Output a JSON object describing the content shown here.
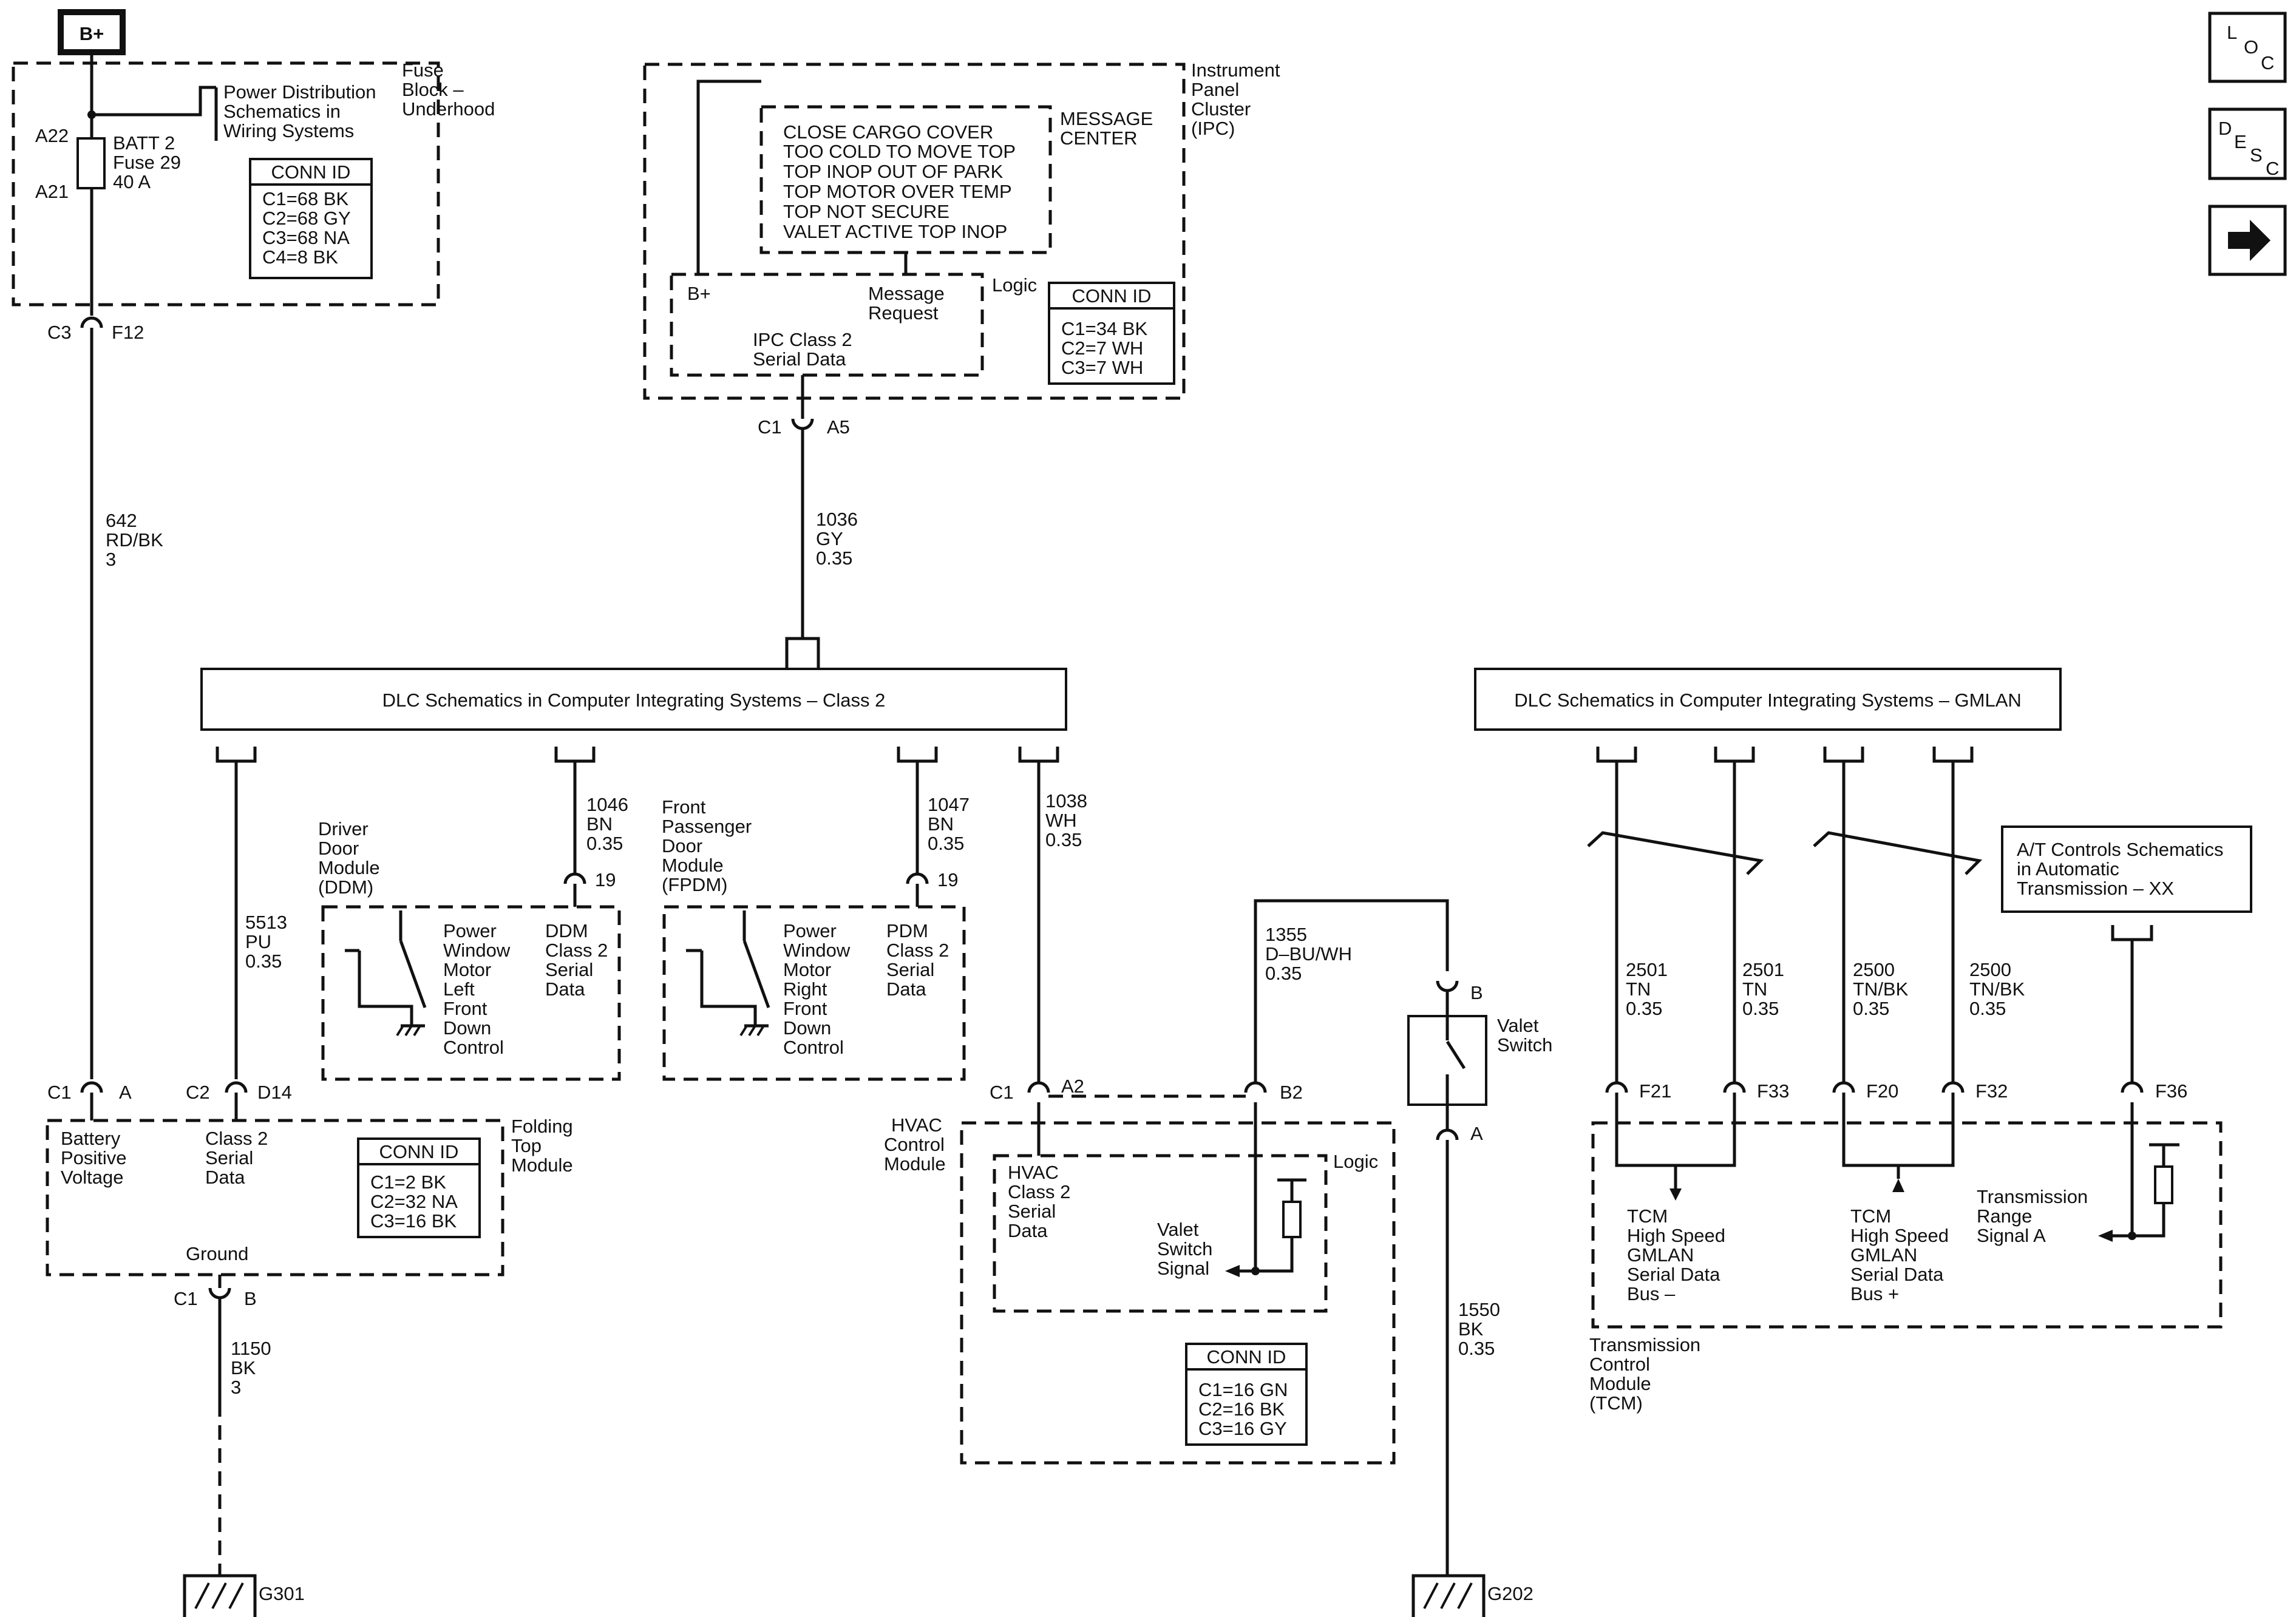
{
  "top": {
    "bplus": "B+",
    "fuse_block": [
      "Fuse",
      "Block –",
      "Underhood"
    ],
    "power_dist_ref": [
      "Power Distribution",
      "Schematics in",
      "Wiring Systems"
    ],
    "pin_a22": "A22",
    "pin_a21": "A21",
    "fuse": [
      "BATT 2",
      "Fuse 29",
      "40 A"
    ],
    "fuse_conn": {
      "title": "CONN ID",
      "rows": [
        "C1=68 BK",
        "C2=68 GY",
        "C3=68 NA",
        "C4=8 BK"
      ]
    },
    "conn_c3": "C3",
    "conn_f12": "F12",
    "wire_642": [
      "642",
      "RD/BK",
      "3"
    ]
  },
  "ipc": {
    "label": [
      "Instrument",
      "Panel",
      "Cluster",
      "(IPC)"
    ],
    "messages": [
      "CLOSE CARGO COVER",
      "TOO COLD TO MOVE TOP",
      "TOP INOP OUT OF PARK",
      "TOP MOTOR OVER TEMP",
      "TOP NOT SECURE",
      "VALET ACTIVE TOP INOP"
    ],
    "message_center": [
      "MESSAGE",
      "CENTER"
    ],
    "bplus": "B+",
    "message_request": [
      "Message",
      "Request"
    ],
    "logic": "Logic",
    "serial": [
      "IPC Class 2",
      "Serial Data"
    ],
    "conn": {
      "title": "CONN ID",
      "rows": [
        "C1=34 BK",
        "C2=7 WH",
        "C3=7 WH"
      ]
    },
    "c1": "C1",
    "a5": "A5",
    "wire_1036": [
      "1036",
      "GY",
      "0.35"
    ]
  },
  "dlc_class2": "DLC Schematics in Computer Integrating Systems – Class 2",
  "dlc_gmlan": "DLC Schematics in Computer Integrating Systems – GMLAN",
  "ddm": {
    "label": [
      "Driver",
      "Door",
      "Module",
      "(DDM)"
    ],
    "wire_1046": [
      "1046",
      "BN",
      "0.35"
    ],
    "pin": "19",
    "motor": [
      "Power",
      "Window",
      "Motor",
      "Left",
      "Front",
      "Down",
      "Control"
    ],
    "serial": [
      "DDM",
      "Class 2",
      "Serial",
      "Data"
    ]
  },
  "fpdm": {
    "label": [
      "Front",
      "Passenger",
      "Door",
      "Module",
      "(FPDM)"
    ],
    "wire_1047": [
      "1047",
      "BN",
      "0.35"
    ],
    "pin": "19",
    "motor": [
      "Power",
      "Window",
      "Motor",
      "Right",
      "Front",
      "Down",
      "Control"
    ],
    "serial": [
      "PDM",
      "Class 2",
      "Serial",
      "Data"
    ]
  },
  "wire_5513": [
    "5513",
    "PU",
    "0.35"
  ],
  "wire_1038": [
    "1038",
    "WH",
    "0.35"
  ],
  "folding": {
    "label": [
      "Folding",
      "Top",
      "Module"
    ],
    "c1": "C1",
    "a": "A",
    "c2": "C2",
    "d14": "D14",
    "battery": [
      "Battery",
      "Positive",
      "Voltage"
    ],
    "class2": [
      "Class 2",
      "Serial",
      "Data"
    ],
    "conn": {
      "title": "CONN ID",
      "rows": [
        "C1=2 BK",
        "C2=32 NA",
        "C3=16 BK"
      ]
    },
    "ground": "Ground",
    "gc1": "C1",
    "gb": "B",
    "wire_1150": [
      "1150",
      "BK",
      "3"
    ],
    "g301": "G301"
  },
  "hvac": {
    "label": [
      "HVAC",
      "Control",
      "Module"
    ],
    "c1": "C1",
    "a2": "A2",
    "b2": "B2",
    "wire_1355": [
      "1355",
      "D–BU/WH",
      "0.35"
    ],
    "logic": "Logic",
    "class2": [
      "HVAC",
      "Class 2",
      "Serial",
      "Data"
    ],
    "valet_signal": [
      "Valet",
      "Switch",
      "Signal"
    ],
    "conn": {
      "title": "CONN ID",
      "rows": [
        "C1=16 GN",
        "C2=16 BK",
        "C3=16 GY"
      ]
    }
  },
  "valet": {
    "b": "B",
    "label": [
      "Valet",
      "Switch"
    ],
    "a": "A",
    "wire_1550": [
      "1550",
      "BK",
      "0.35"
    ],
    "g202": "G202"
  },
  "tcm": {
    "wires": [
      [
        "2501",
        "TN",
        "0.35"
      ],
      [
        "2501",
        "TN",
        "0.35"
      ],
      [
        "2500",
        "TN/BK",
        "0.35"
      ],
      [
        "2500",
        "TN/BK",
        "0.35"
      ]
    ],
    "at_ref": [
      "A/T Controls Schematics",
      "in Automatic",
      "Transmission – XX"
    ],
    "pins": [
      "F21",
      "F33",
      "F20",
      "F32",
      "F36"
    ],
    "bus_minus": [
      "TCM",
      "High Speed",
      "GMLAN",
      "Serial Data",
      "Bus –"
    ],
    "bus_plus": [
      "TCM",
      "High Speed",
      "GMLAN",
      "Serial Data",
      "Bus +"
    ],
    "range": [
      "Transmission",
      "Range",
      "Signal A"
    ],
    "label": [
      "Transmission",
      "Control",
      "Module",
      "(TCM)"
    ]
  },
  "nav": {
    "loc": [
      "L",
      "O",
      "C"
    ],
    "desc": [
      "D",
      "E",
      "S",
      "C"
    ],
    "arrow": "➡"
  }
}
